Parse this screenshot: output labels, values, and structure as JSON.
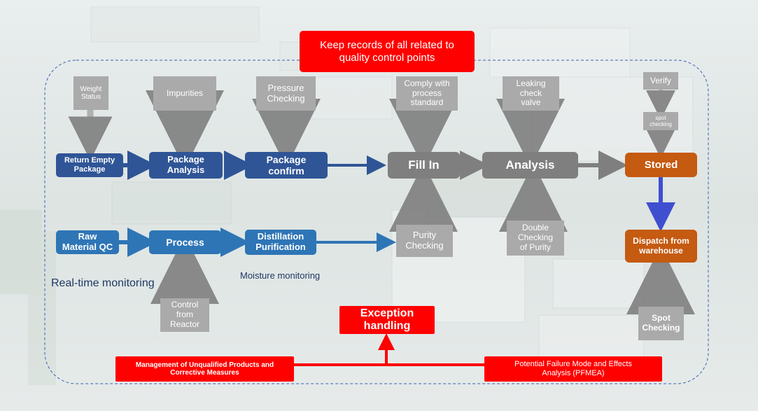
{
  "top_note": "Keep records of all related to\nquality control points",
  "flow_top": {
    "return_empty_package": "Return Empty\nPackage",
    "package_analysis": "Package\nAnalysis",
    "package_confirm": "Package\nconfirm",
    "fill_in": "Fill In",
    "analysis": "Analysis",
    "stored": "Stored"
  },
  "flow_bottom": {
    "raw_material_qc": "Raw\nMaterial QC",
    "process": "Process",
    "distillation_purification": "Distillation\nPurification",
    "purity_checking": "Purity\nChecking"
  },
  "dispatch": "Dispatch from\nwarehouse",
  "checks": {
    "weight_status": "Weight\nStatus",
    "impurities": "Impurities",
    "pressure_checking": "Pressure\nChecking",
    "comply": "Comply with\nprocess\nstandard",
    "leaking": "Leaking\ncheck\nvalve",
    "verify": "Verify",
    "spot_checking_small": "spot\nchecking",
    "double_checking": "Double\nChecking\nof Purity",
    "control_reactor": "Control\nfrom\nReactor",
    "spot_checking": "Spot\nChecking"
  },
  "labels": {
    "moisture": "Moisture  monitoring",
    "realtime": "Real-time monitoring"
  },
  "exception": {
    "title": "Exception\nhandling",
    "management": "Management of Unqualified Products and\nCorrective Measures",
    "pfmea": "Potential Failure Mode and Effects\nAnalysis (PFMEA)"
  },
  "colors": {
    "dark_blue": "#2f5596",
    "light_blue": "#2e75b6",
    "gray": "#7f7f7f",
    "light_gray": "#aaaaaa",
    "orange": "#c55a11",
    "red": "#ff0000"
  }
}
